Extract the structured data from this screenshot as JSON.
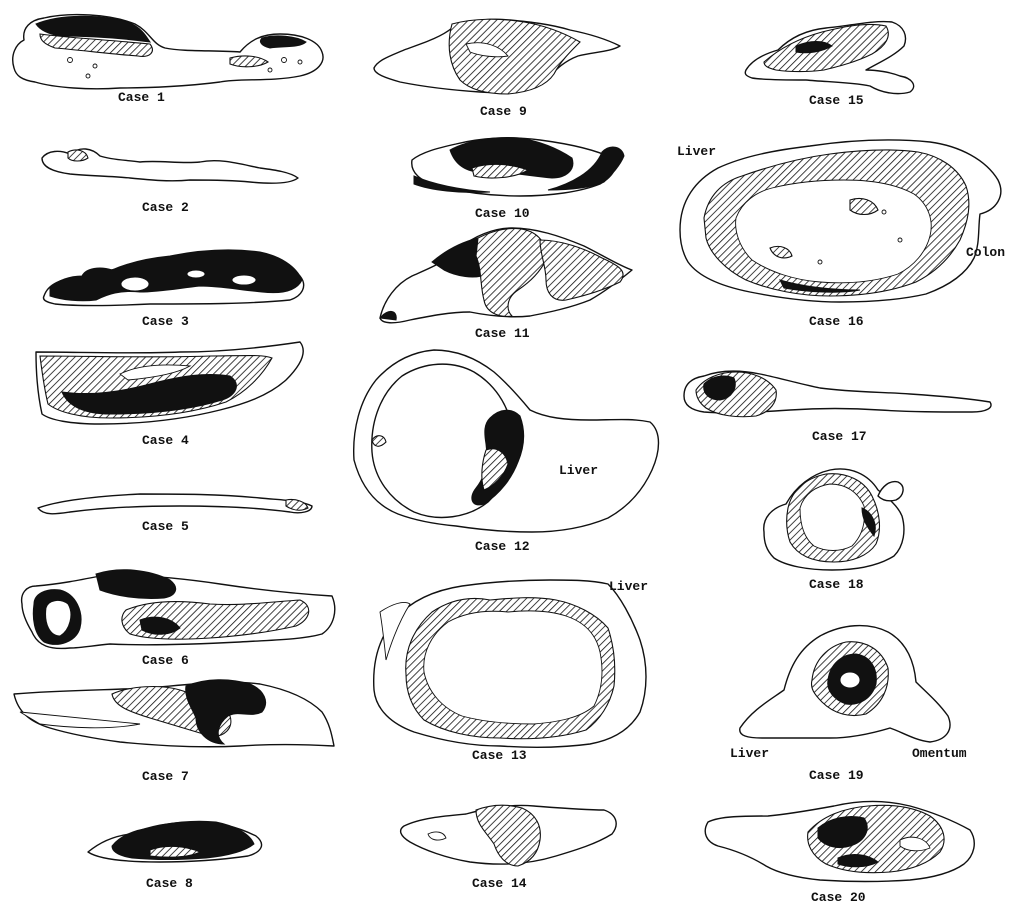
{
  "cases": [
    {
      "id": 1,
      "label": "Case 1"
    },
    {
      "id": 2,
      "label": "Case 2"
    },
    {
      "id": 3,
      "label": "Case 3"
    },
    {
      "id": 4,
      "label": "Case 4"
    },
    {
      "id": 5,
      "label": "Case 5"
    },
    {
      "id": 6,
      "label": "Case 6"
    },
    {
      "id": 7,
      "label": "Case 7"
    },
    {
      "id": 8,
      "label": "Case 8"
    },
    {
      "id": 9,
      "label": "Case 9"
    },
    {
      "id": 10,
      "label": "Case 10"
    },
    {
      "id": 11,
      "label": "Case 11"
    },
    {
      "id": 12,
      "label": "Case 12"
    },
    {
      "id": 13,
      "label": "Case 13"
    },
    {
      "id": 14,
      "label": "Case 14"
    },
    {
      "id": 15,
      "label": "Case 15"
    },
    {
      "id": 16,
      "label": "Case 16"
    },
    {
      "id": 17,
      "label": "Case 17"
    },
    {
      "id": 18,
      "label": "Case 18"
    },
    {
      "id": 19,
      "label": "Case 19"
    },
    {
      "id": 20,
      "label": "Case 20"
    }
  ],
  "annotations": {
    "case12_liver": "Liver",
    "case13_liver": "Liver",
    "case16_liver": "Liver",
    "case16_colon": "Colon",
    "case19_liver": "Liver",
    "case19_omentum": "Omentum"
  },
  "colors": {
    "ink": "#111111",
    "paper": "#ffffff"
  }
}
